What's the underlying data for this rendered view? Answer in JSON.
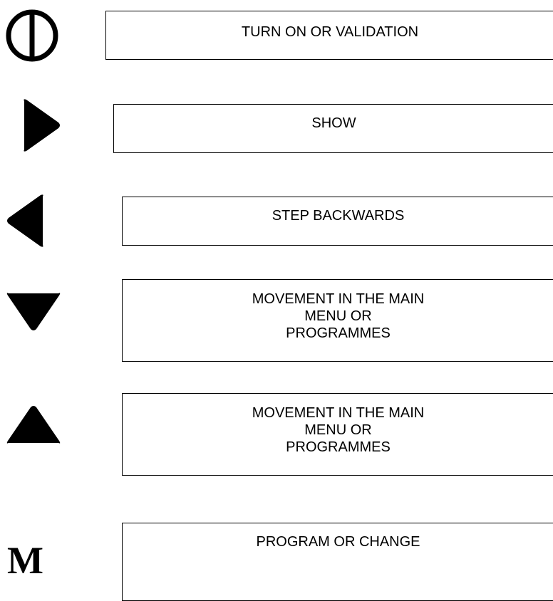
{
  "items": [
    {
      "icon": "power-icon",
      "label": "TURN ON OR VALIDATION"
    },
    {
      "icon": "play-right-icon",
      "label": "SHOW"
    },
    {
      "icon": "arrow-left-icon",
      "label": "STEP BACKWARDS"
    },
    {
      "icon": "arrow-down-icon",
      "label": "MOVEMENT IN THE MAIN MENU OR PROGRAMMES"
    },
    {
      "icon": "arrow-up-icon",
      "label": "MOVEMENT IN THE MAIN MENU OR PROGRAMMES"
    },
    {
      "icon": "m-icon",
      "icon_text": "M",
      "label": "PROGRAM OR CHANGE"
    }
  ]
}
